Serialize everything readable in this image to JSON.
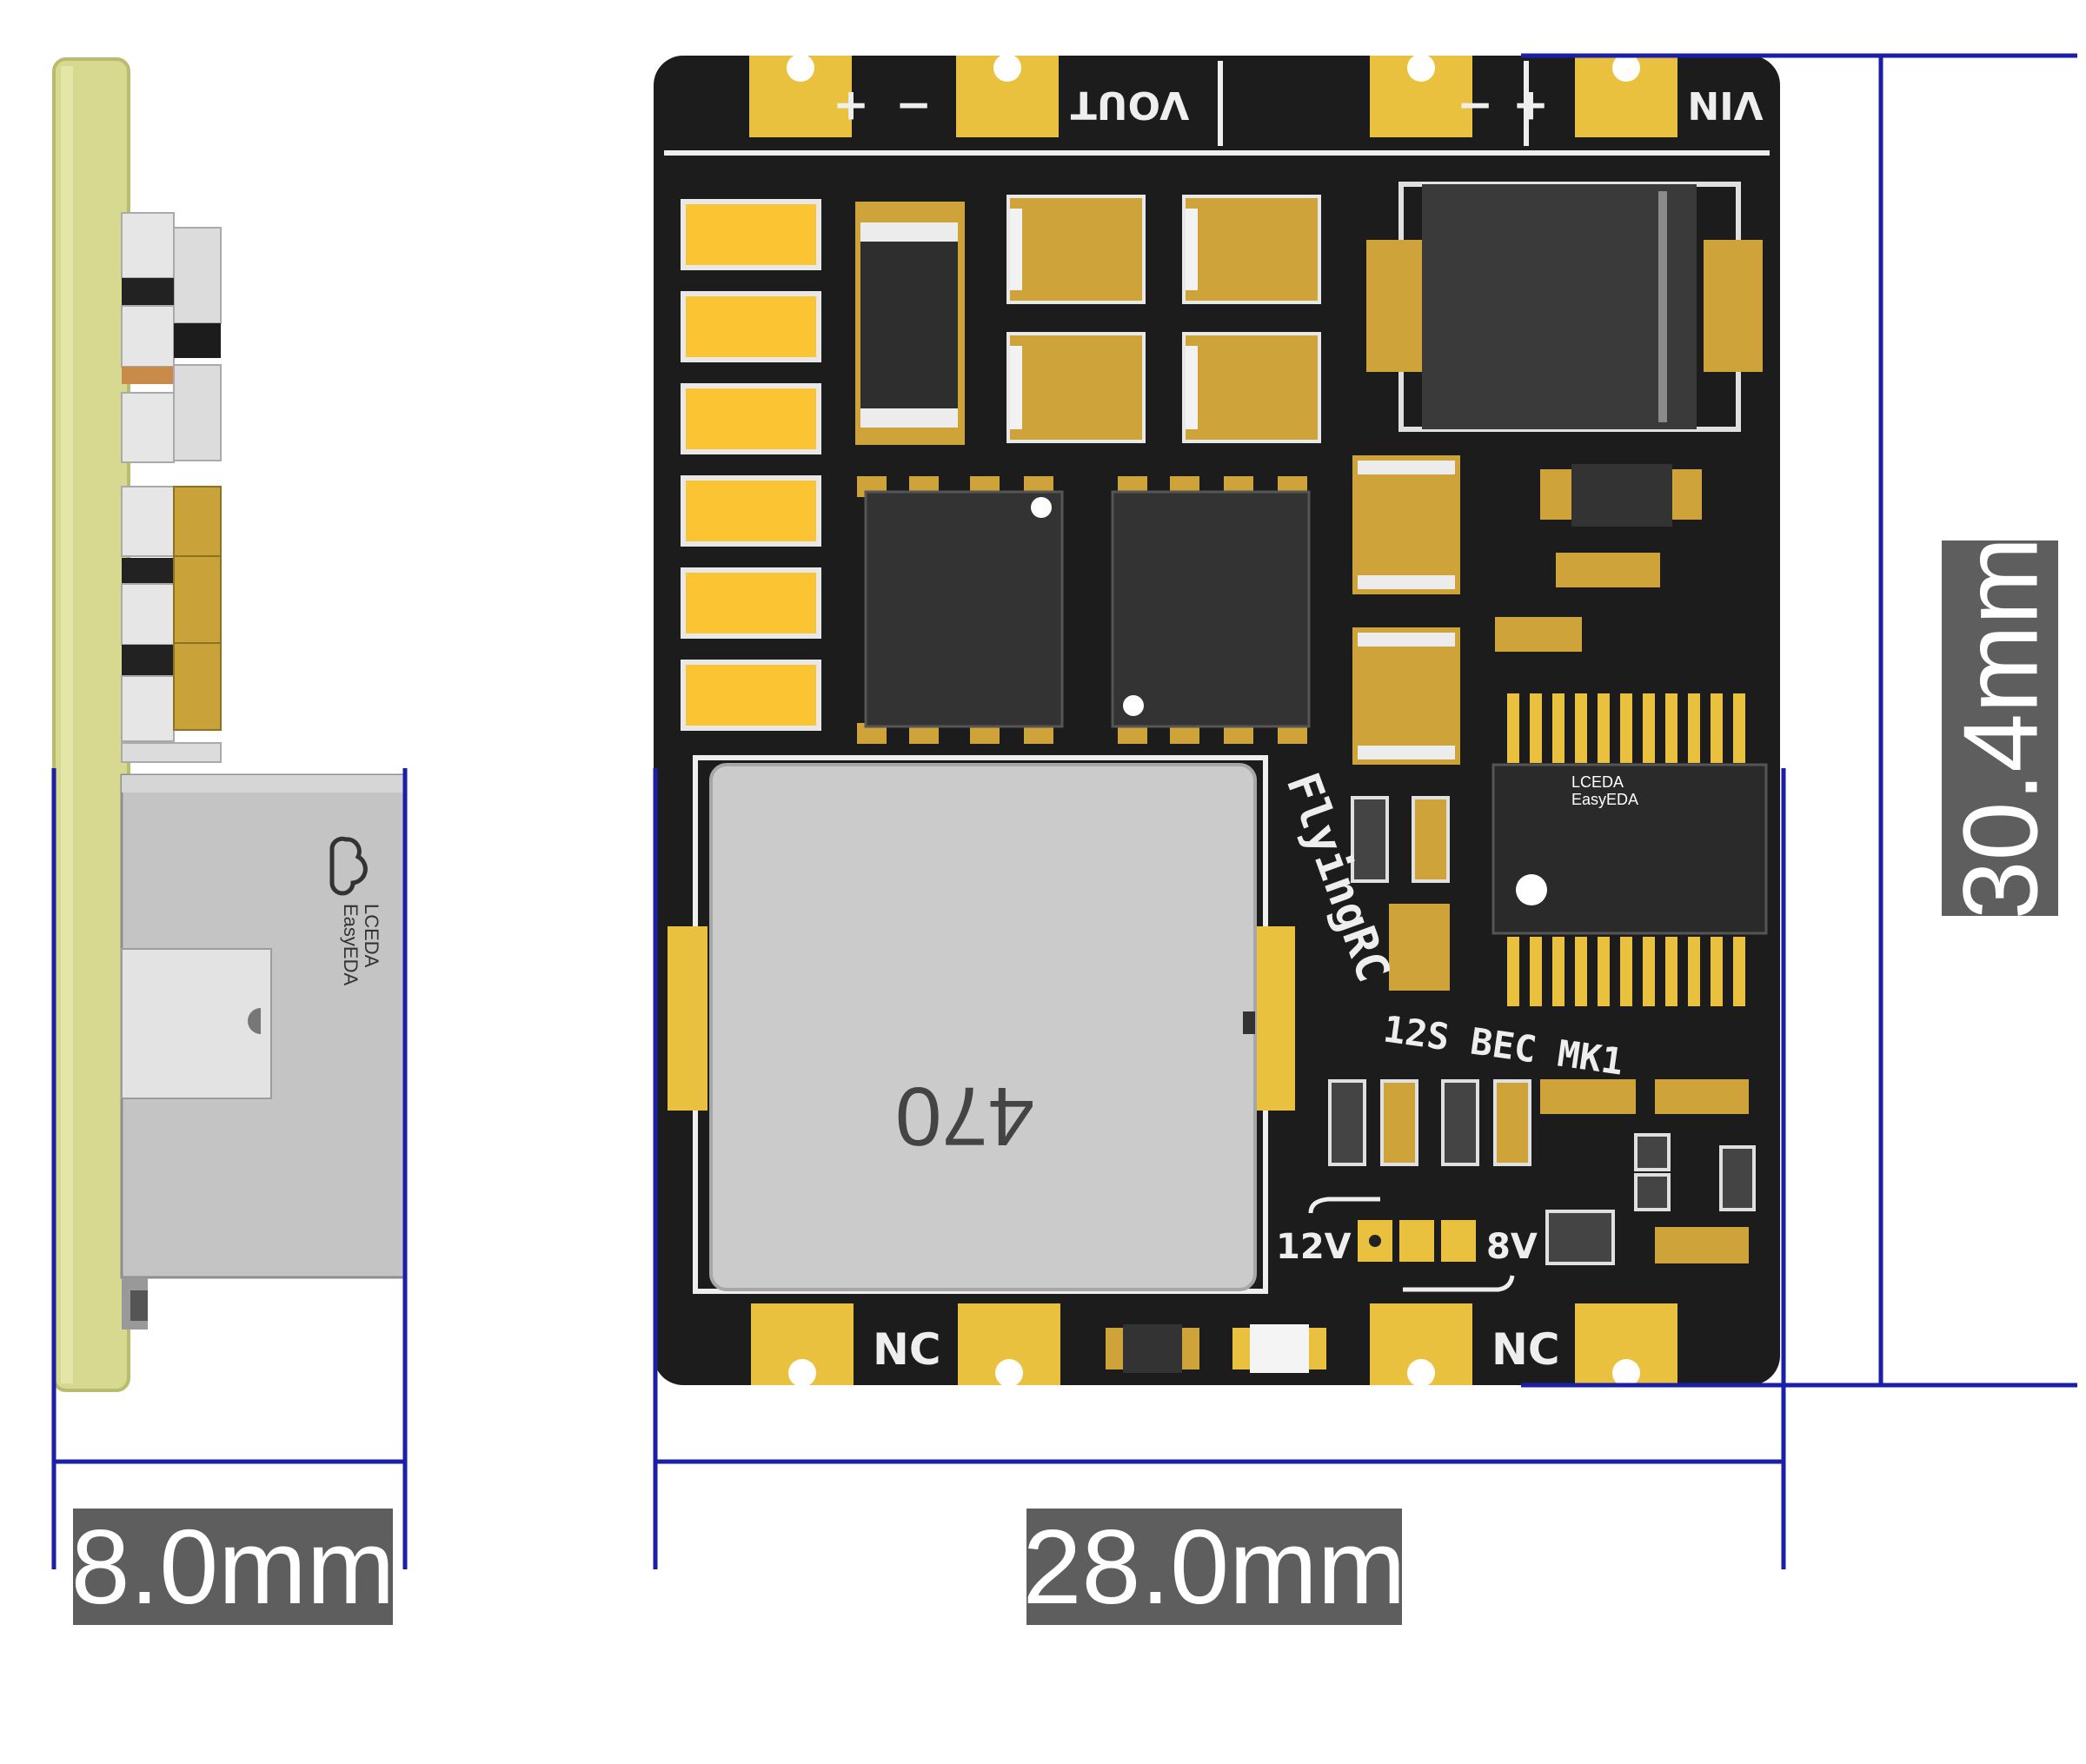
{
  "dimensions": {
    "width_label": "8.0mm",
    "length_label": "28.0mm",
    "height_label": "30.4mm"
  },
  "board": {
    "vout_label": "VOUT",
    "vin_label": "VIN",
    "plus_sign": "+",
    "minus_sign": "−",
    "brand": "FlyingRC",
    "model": "12S BEC MK1",
    "inductor_code": "470",
    "nc_label": "NC",
    "voltage_12v": "12V",
    "voltage_8v": "8V",
    "chip_logo_line1": "LCEDA",
    "chip_logo_line2": "EasyEDA"
  },
  "colors": {
    "pcb": "#1c1c1c",
    "gold_pad": "#e9c13e",
    "cap_tan": "#cda33a",
    "cap_yellow": "#fbc433",
    "inductor": "#cbcbcb",
    "side_board": "#d6d98f",
    "dimension_line": "#1b1fa8",
    "label_bg": "#5e5e5e"
  }
}
